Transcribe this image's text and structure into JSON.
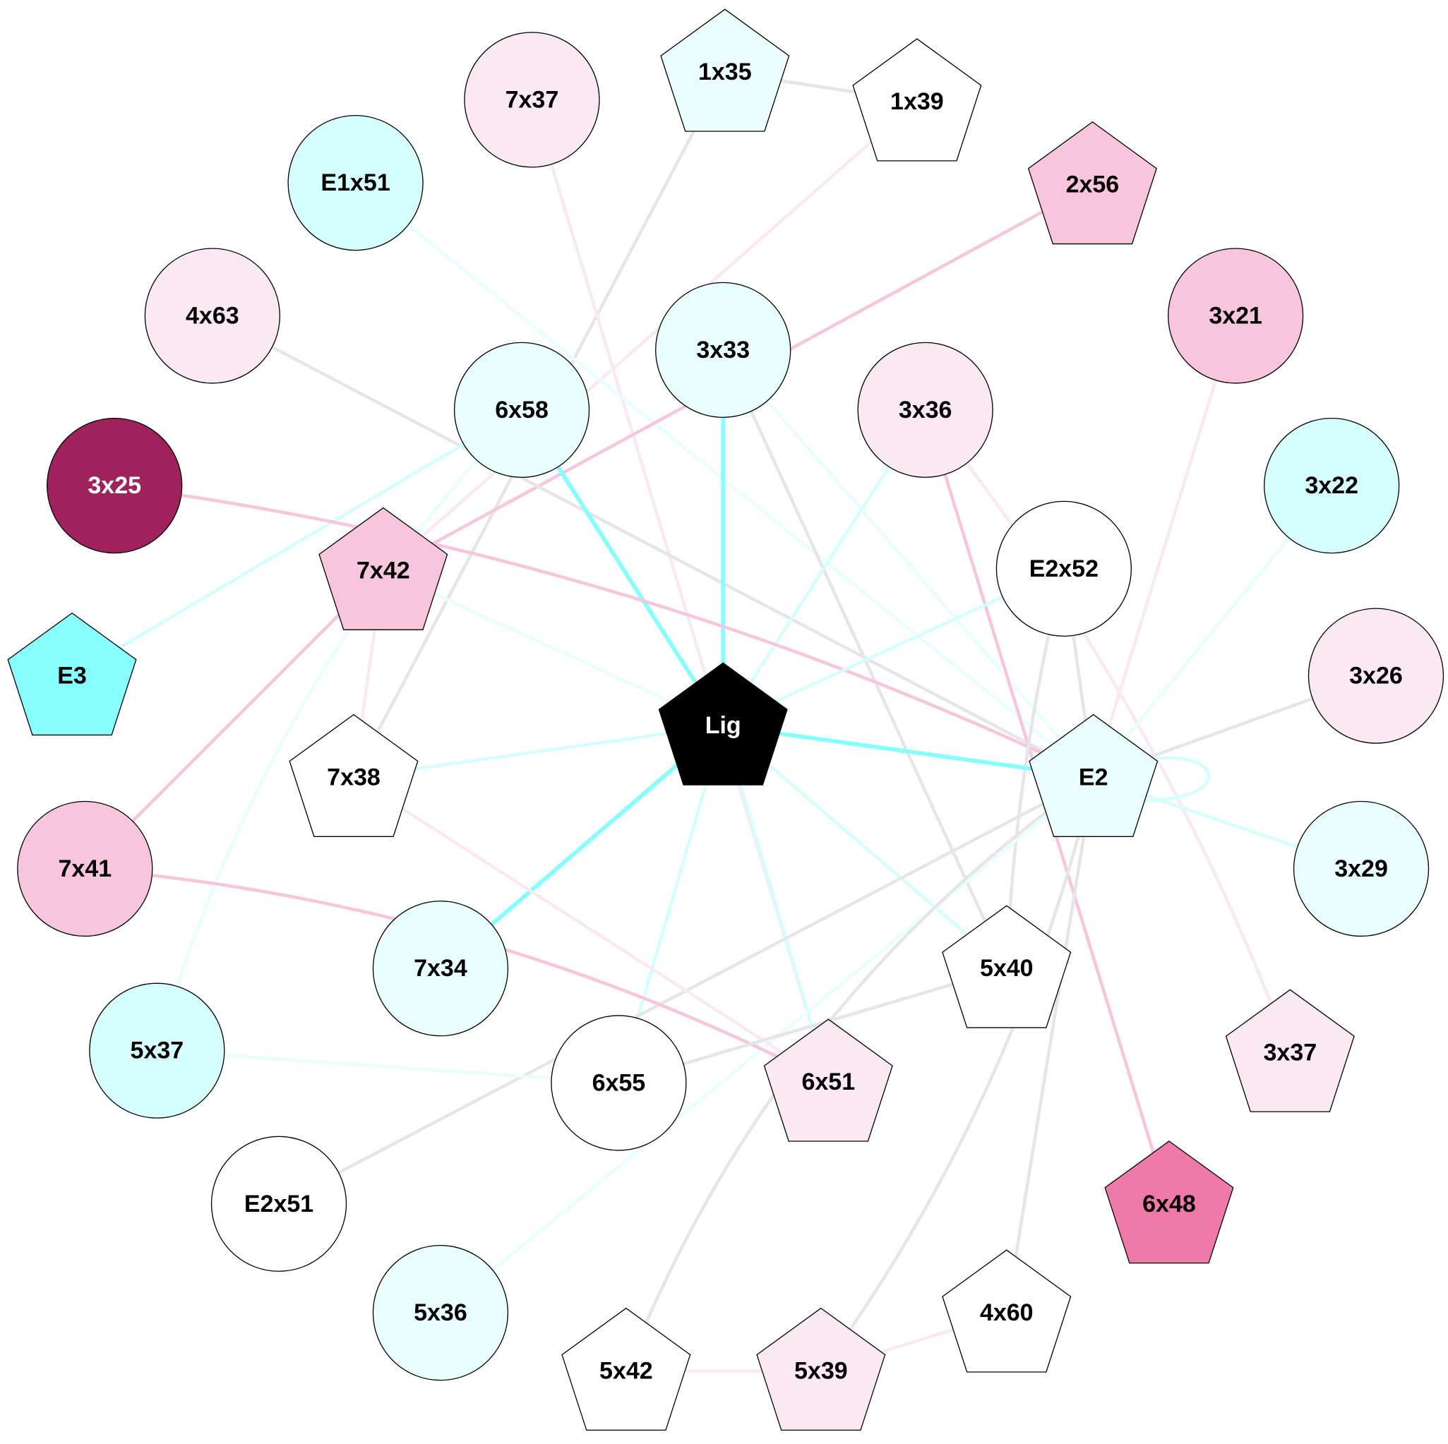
{
  "colors": {
    "strong_cyan": "#88ffff",
    "light_cyan": "#d5ffff",
    "pale_cyan": "#e8fffe",
    "gray": "#e6e6e6",
    "pink": "#f7c6dc",
    "light_pink": "#fbe9f2",
    "dark_magenta": "#a0225c",
    "hot_pink": "#ef7aa9",
    "white": "#ffffff",
    "black": "#000000"
  },
  "nodes": [
    {
      "id": "1x35",
      "label": "1x35",
      "shape": "pentagon",
      "fill": "#eafffe"
    },
    {
      "id": "1x39",
      "label": "1x39",
      "shape": "pentagon",
      "fill": "#ffffff"
    },
    {
      "id": "7x37",
      "label": "7x37",
      "shape": "circle",
      "fill": "#fbe9f2"
    },
    {
      "id": "E1x51",
      "label": "E1x51",
      "shape": "circle",
      "fill": "#d5ffff"
    },
    {
      "id": "2x56",
      "label": "2x56",
      "shape": "pentagon",
      "fill": "#f7c6dc"
    },
    {
      "id": "4x63",
      "label": "4x63",
      "shape": "circle",
      "fill": "#fbe9f2"
    },
    {
      "id": "3x33",
      "label": "3x33",
      "shape": "circle",
      "fill": "#e8fffe"
    },
    {
      "id": "3x21",
      "label": "3x21",
      "shape": "circle",
      "fill": "#f7c6dc"
    },
    {
      "id": "6x58",
      "label": "6x58",
      "shape": "circle",
      "fill": "#e8fffe"
    },
    {
      "id": "3x36",
      "label": "3x36",
      "shape": "circle",
      "fill": "#fbe9f2"
    },
    {
      "id": "3x25",
      "label": "3x25",
      "shape": "circle",
      "fill": "#a0225c",
      "text": "#ffffff"
    },
    {
      "id": "3x22",
      "label": "3x22",
      "shape": "circle",
      "fill": "#d5ffff"
    },
    {
      "id": "7x42",
      "label": "7x42",
      "shape": "pentagon",
      "fill": "#f7c6dc"
    },
    {
      "id": "E2x52",
      "label": "E2x52",
      "shape": "circle",
      "fill": "#ffffff"
    },
    {
      "id": "E3",
      "label": "E3",
      "shape": "pentagon",
      "fill": "#88ffff"
    },
    {
      "id": "3x26",
      "label": "3x26",
      "shape": "circle",
      "fill": "#fbe9f2"
    },
    {
      "id": "Lig",
      "label": "Lig",
      "shape": "pentagon",
      "fill": "#000000",
      "text": "#ffffff"
    },
    {
      "id": "7x38",
      "label": "7x38",
      "shape": "pentagon",
      "fill": "#ffffff"
    },
    {
      "id": "E2",
      "label": "E2",
      "shape": "pentagon",
      "fill": "#e8fffe"
    },
    {
      "id": "7x41",
      "label": "7x41",
      "shape": "circle",
      "fill": "#f7c6dc"
    },
    {
      "id": "3x29",
      "label": "3x29",
      "shape": "circle",
      "fill": "#e8fffe"
    },
    {
      "id": "7x34",
      "label": "7x34",
      "shape": "circle",
      "fill": "#e8fffe"
    },
    {
      "id": "5x40",
      "label": "5x40",
      "shape": "pentagon",
      "fill": "#ffffff"
    },
    {
      "id": "5x37",
      "label": "5x37",
      "shape": "circle",
      "fill": "#d5ffff"
    },
    {
      "id": "3x37",
      "label": "3x37",
      "shape": "pentagon",
      "fill": "#fbe9f2"
    },
    {
      "id": "6x55",
      "label": "6x55",
      "shape": "circle",
      "fill": "#ffffff"
    },
    {
      "id": "6x51",
      "label": "6x51",
      "shape": "pentagon",
      "fill": "#fbe9f2"
    },
    {
      "id": "E2x51",
      "label": "E2x51",
      "shape": "circle",
      "fill": "#ffffff"
    },
    {
      "id": "6x48",
      "label": "6x48",
      "shape": "pentagon",
      "fill": "#ef7aa9"
    },
    {
      "id": "5x36",
      "label": "5x36",
      "shape": "circle",
      "fill": "#e8fffe"
    },
    {
      "id": "4x60",
      "label": "4x60",
      "shape": "pentagon",
      "fill": "#ffffff"
    },
    {
      "id": "5x42",
      "label": "5x42",
      "shape": "pentagon",
      "fill": "#ffffff"
    },
    {
      "id": "5x39",
      "label": "5x39",
      "shape": "pentagon",
      "fill": "#fbe9f2"
    }
  ],
  "edges": [
    {
      "from": "1x35",
      "to": "1x39",
      "color": "#e6e6e6"
    },
    {
      "from": "1x35",
      "to": "7x38",
      "color": "#e6e6e6"
    },
    {
      "from": "1x39",
      "to": "7x42",
      "color": "#fbe9f2"
    },
    {
      "from": "7x37",
      "to": "6x51",
      "color": "#fbe9f2"
    },
    {
      "from": "E1x51",
      "to": "E2",
      "color": "#e8fffe"
    },
    {
      "from": "2x56",
      "to": "7x42",
      "color": "#f7c6dc"
    },
    {
      "from": "4x63",
      "to": "E2",
      "color": "#e6e6e6"
    },
    {
      "from": "3x33",
      "to": "Lig",
      "color": "#88ffff",
      "strong": true
    },
    {
      "from": "3x33",
      "to": "5x40",
      "color": "#e6e6e6"
    },
    {
      "from": "3x33",
      "to": "E2",
      "color": "#e8fffe"
    },
    {
      "from": "3x21",
      "to": "E2",
      "color": "#fbe9f2"
    },
    {
      "from": "6x58",
      "to": "Lig",
      "color": "#88ffff",
      "strong": true
    },
    {
      "from": "6x58",
      "to": "E3",
      "color": "#d5ffff"
    },
    {
      "from": "6x58",
      "to": "5x37",
      "color": "#e8fffe",
      "bend": 0.12
    },
    {
      "from": "3x36",
      "to": "Lig",
      "color": "#d5ffff"
    },
    {
      "from": "3x36",
      "to": "6x48",
      "color": "#f7c6dc"
    },
    {
      "from": "3x36",
      "to": "3x37",
      "color": "#fbe9f2",
      "bend": -0.08
    },
    {
      "from": "3x25",
      "to": "E2",
      "color": "#f7c6dc",
      "bend": -0.08
    },
    {
      "from": "3x22",
      "to": "E2",
      "color": "#e8fffe"
    },
    {
      "from": "7x42",
      "to": "Lig",
      "color": "#e8fffe"
    },
    {
      "from": "7x42",
      "to": "7x41",
      "color": "#f7c6dc"
    },
    {
      "from": "7x42",
      "to": "7x38",
      "color": "#fbe9f2"
    },
    {
      "from": "E2x52",
      "to": "Lig",
      "color": "#d5ffff"
    },
    {
      "from": "E2x52",
      "to": "E2",
      "color": "#e6e6e6"
    },
    {
      "from": "E2x52",
      "to": "5x40",
      "color": "#e6e6e6",
      "bend": 0.05
    },
    {
      "from": "3x26",
      "to": "E2",
      "color": "#e6e6e6"
    },
    {
      "from": "Lig",
      "to": "7x38",
      "color": "#d5ffff"
    },
    {
      "from": "Lig",
      "to": "E2",
      "color": "#88ffff",
      "strong": true
    },
    {
      "from": "Lig",
      "to": "7x34",
      "color": "#88ffff",
      "strong": true
    },
    {
      "from": "Lig",
      "to": "6x55",
      "color": "#d5ffff"
    },
    {
      "from": "Lig",
      "to": "6x51",
      "color": "#d5ffff"
    },
    {
      "from": "Lig",
      "to": "5x40",
      "color": "#d5ffff"
    },
    {
      "from": "E2",
      "to": "E2",
      "color": "#d5ffff"
    },
    {
      "from": "E2",
      "to": "3x29",
      "color": "#d5ffff"
    },
    {
      "from": "E2",
      "to": "E2x51",
      "color": "#e6e6e6"
    },
    {
      "from": "E2",
      "to": "5x36",
      "color": "#e8fffe"
    },
    {
      "from": "E2",
      "to": "5x42",
      "color": "#e6e6e6",
      "bend": 0.15
    },
    {
      "from": "E2",
      "to": "4x60",
      "color": "#e6e6e6"
    },
    {
      "from": "E2",
      "to": "5x39",
      "color": "#e6e6e6",
      "bend": -0.1
    },
    {
      "from": "7x41",
      "to": "6x51",
      "color": "#f7c6dc",
      "bend": -0.1
    },
    {
      "from": "7x38",
      "to": "6x51",
      "color": "#fbe9f2"
    },
    {
      "from": "5x37",
      "to": "6x55",
      "color": "#e8fffe"
    },
    {
      "from": "6x55",
      "to": "5x40",
      "color": "#e6e6e6"
    },
    {
      "from": "5x42",
      "to": "5x39",
      "color": "#fbe9f2"
    },
    {
      "from": "5x39",
      "to": "4x60",
      "color": "#fbe9f2"
    }
  ]
}
